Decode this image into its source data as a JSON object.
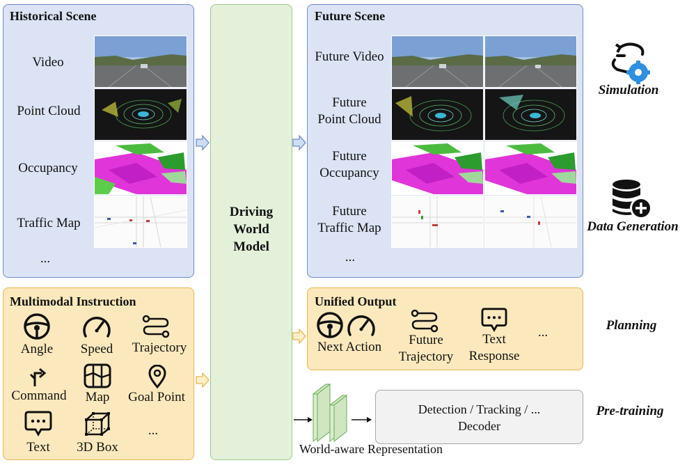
{
  "historical": {
    "title": "Historical Scene",
    "rows": [
      "Video",
      "Point Cloud",
      "Occupancy",
      "Traffic Map"
    ],
    "ellipsis": "..."
  },
  "model": {
    "line1": "Driving",
    "line2": "World",
    "line3": "Model"
  },
  "future": {
    "title": "Future Scene",
    "rows": [
      {
        "l1": "Future Video",
        "l2": ""
      },
      {
        "l1": "Future",
        "l2": "Point Cloud"
      },
      {
        "l1": "Future",
        "l2": "Occupancy"
      },
      {
        "l1": "Future",
        "l2": "Traffic Map"
      }
    ],
    "ellipsis": "..."
  },
  "instruction": {
    "title": "Multimodal Instruction",
    "items": [
      "Angle",
      "Speed",
      "Trajectory",
      "Command",
      "Map",
      "Goal Point",
      "Text",
      "3D Box",
      "..."
    ]
  },
  "unified": {
    "title": "Unified Output",
    "next_action": "Next Action",
    "future_traj_1": "Future",
    "future_traj_2": "Trajectory",
    "text_resp_1": "Text",
    "text_resp_2": "Response",
    "ellipsis": "..."
  },
  "pretrain": {
    "decoder_1": "Detection / Tracking / ...",
    "decoder_2": "Decoder",
    "representation": "World-aware Representation"
  },
  "applications": {
    "simulation": "Simulation",
    "data_generation": "Data Generation",
    "planning": "Planning",
    "pretraining": "Pre-training"
  },
  "colors": {
    "blue_panel": "#dbe3f4",
    "yellow_panel": "#fbe9bd",
    "green_panel": "#e3f1da",
    "accent_blue": "#2f8fe0"
  }
}
